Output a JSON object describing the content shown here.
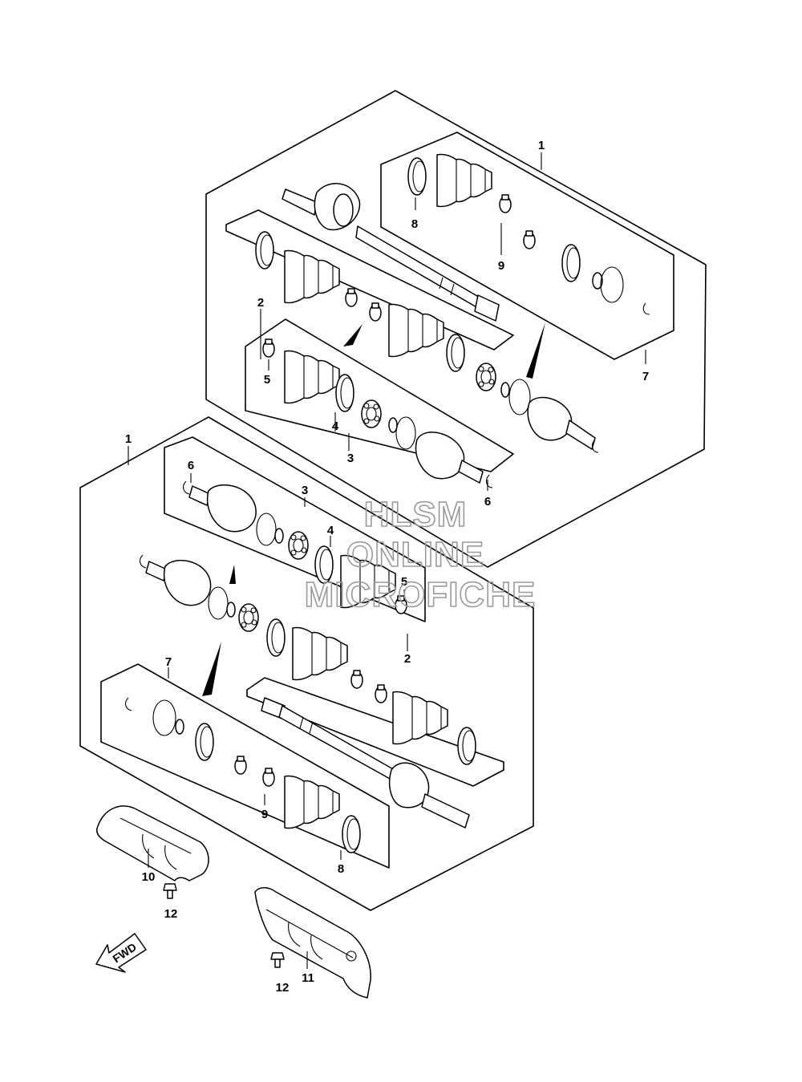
{
  "callouts": {
    "c1": "1",
    "c2": "2",
    "c3": "3",
    "c4": "4",
    "c5": "5",
    "c6": "6",
    "c7": "7",
    "c8": "8",
    "c9": "9",
    "c10": "10",
    "c11": "11",
    "c12": "12"
  },
  "direction": {
    "label": "FWD"
  },
  "watermark": {
    "line1": "HLSM",
    "line2": "ONLINE",
    "line3": "MICROFICHE"
  }
}
